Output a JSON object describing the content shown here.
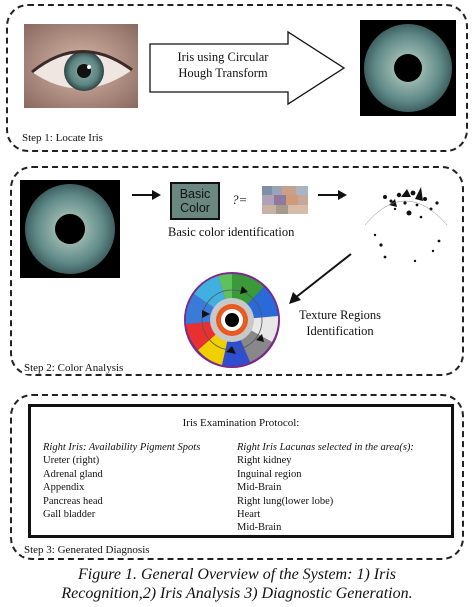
{
  "step1": {
    "label": "Step 1: Locate Iris",
    "arrow_text": [
      "Iris using Circular",
      "Hough Transform"
    ]
  },
  "step2": {
    "label": "Step 2: Color Analysis",
    "basic_color_box": [
      "Basic",
      "Color"
    ],
    "equation_mark": "?=",
    "basic_color_caption": "Basic color identification",
    "texture_caption": [
      "Texture Regions",
      "Identification"
    ]
  },
  "step3": {
    "label": "Step 3: Generated Diagnosis",
    "protocol_title": "Iris Examination Protocol:",
    "left_header": "Right Iris: Availability Pigment Spots",
    "left_items": [
      "Ureter (right)",
      "Adrenal gland",
      "Appendix",
      "Pancreas head",
      "Gall bladder"
    ],
    "right_header": "Right Iris Lacunas selected in the area(s):",
    "right_items": [
      "Right kidney",
      "Inguinal region",
      "Mid-Brain",
      "Right lung(lower lobe)",
      "Heart",
      "Mid-Brain"
    ]
  },
  "caption": [
    "Figure 1. General Overview of the System: 1) Iris",
    "Recognition,2) Iris Analysis 3) Diagnostic Generation."
  ],
  "colors": {
    "iris": "#5f8a90",
    "basic_color_box": "#6a8780",
    "chart_outer": "#7a2a8a"
  }
}
